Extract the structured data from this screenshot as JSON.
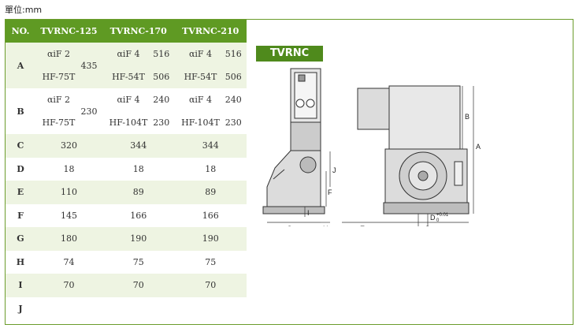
{
  "unit_label": "單位:mm",
  "table": {
    "headers": [
      "NO.",
      "TVRNC-125",
      "TVRNC-170",
      "TVRNC-210"
    ],
    "rows": {
      "A": {
        "label": "A",
        "c125": {
          "m1": "αiF 2",
          "m2": "HF-75T",
          "v": "435"
        },
        "c170": {
          "m1": "αiF 4",
          "m2": "HF-54T",
          "v1": "516",
          "v2": "506"
        },
        "c210": {
          "m1": "αiF 4",
          "m2": "HF-54T",
          "v1": "516",
          "v2": "506"
        }
      },
      "B": {
        "label": "B",
        "c125": {
          "m1": "αiF 2",
          "m2": "HF-75T",
          "v": "230"
        },
        "c170": {
          "m1": "αiF 4",
          "m2": "HF-104T",
          "v1": "240",
          "v2": "230"
        },
        "c210": {
          "m1": "αiF 4",
          "m2": "HF-104T",
          "v1": "240",
          "v2": "230"
        }
      },
      "C": {
        "label": "C",
        "values": [
          "320",
          "344",
          "344"
        ]
      },
      "D": {
        "label": "D",
        "values": [
          "18",
          "18",
          "18"
        ]
      },
      "E": {
        "label": "E",
        "values": [
          "110",
          "89",
          "89"
        ]
      },
      "F": {
        "label": "F",
        "values": [
          "145",
          "166",
          "166"
        ]
      },
      "G": {
        "label": "G",
        "values": [
          "180",
          "190",
          "190"
        ]
      },
      "H": {
        "label": "H",
        "values": [
          "74",
          "75",
          "75"
        ]
      },
      "I": {
        "label": "I",
        "values": [
          "70",
          "70",
          "70"
        ]
      },
      "J": {
        "label": "J",
        "values": [
          "",
          "",
          ""
        ]
      }
    }
  },
  "diagram": {
    "title": "TVRNC",
    "labels": {
      "A": "A",
      "B": "B",
      "C": "C",
      "D": "D",
      "D_tol": "+0.01",
      "D_tol2": "0",
      "E": "E",
      "F": "F",
      "G": "G",
      "H": "H",
      "I": "I",
      "J": "J"
    }
  }
}
